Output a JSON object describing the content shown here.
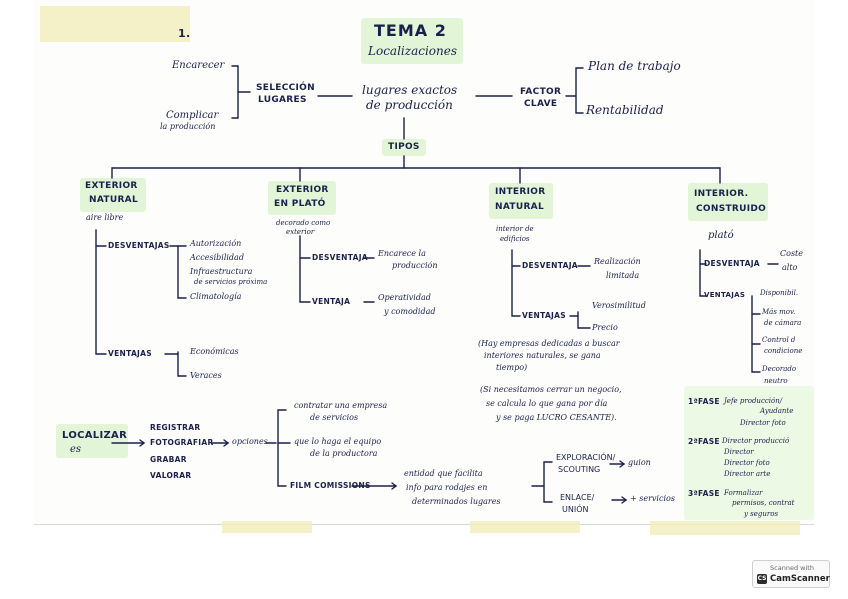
{
  "header": {
    "title": "TEMA 2",
    "subtitle": "Localizaciones",
    "page_mark": "1.",
    "center": [
      "lugares exactos",
      "de producción"
    ]
  },
  "seleccion": {
    "label": [
      "SELECCIÓN",
      "LUGARES"
    ],
    "items": [
      "Encarecer",
      "Complicar",
      "la producción"
    ]
  },
  "factor": {
    "label": [
      "FACTOR",
      "CLAVE"
    ],
    "items": [
      "Plan de trabajo",
      "Rentabilidad"
    ]
  },
  "tipos": {
    "label": "TIPOS"
  },
  "exterior_natural": {
    "title": [
      "EXTERIOR",
      "NATURAL"
    ],
    "note": "aire libre",
    "desventajas_label": "DESVENTAJAS",
    "desventajas": [
      "Autorización",
      "Accesibilidad",
      "Infraestructura",
      "de servicios próxima",
      "Climatología"
    ],
    "ventajas_label": "VENTAJAS",
    "ventajas": [
      "Económicas",
      "Veraces"
    ]
  },
  "exterior_plato": {
    "title": [
      "EXTERIOR",
      "EN PLATÓ"
    ],
    "note": [
      "decorado como",
      "exterior"
    ],
    "desventaja_label": "DESVENTAJA",
    "desventaja": [
      "Encarece la",
      "producción"
    ],
    "ventaja_label": "VENTAJA",
    "ventaja": [
      "Operatividad",
      "y comodidad"
    ]
  },
  "interior_natural": {
    "title": [
      "INTERIOR",
      "NATURAL"
    ],
    "note": [
      "interior de",
      "edificios"
    ],
    "desventaja_label": "DESVENTAJA",
    "desventaja": [
      "Realización",
      "limitada"
    ],
    "ventajas_label": "VENTAJAS",
    "ventajas": [
      "Verosimilitud",
      "Precio"
    ],
    "notes": [
      "(Hay empresas dedicadas a buscar",
      "interiores naturales, se gana",
      "tiempo)",
      "(Si necesitamos cerrar un negocio,",
      "se calcula lo que gana por día",
      "y se paga LUCRO CESANTE)."
    ]
  },
  "interior_construido": {
    "title": [
      "INTERIOR.",
      "CONSTRUIDO"
    ],
    "note": "plató",
    "desventaja_label": "DESVENTAJA",
    "desventaja": [
      "Coste",
      "alto"
    ],
    "ventajas_label": "VENTAJAS",
    "ventajas": [
      "Disponibil.",
      "Más mov.",
      "de cámara",
      "Control d",
      "condicione",
      "Decorado",
      "neutro"
    ]
  },
  "fases": [
    {
      "label": "1ªFASE",
      "lines": [
        "Jefe producción/",
        "Ayudante",
        "Director foto"
      ]
    },
    {
      "label": "2ªFASE",
      "lines": [
        "Director producció",
        "Director",
        "Director foto",
        "Director arte"
      ]
    },
    {
      "label": "3ªFASE",
      "lines": [
        "Formalizar",
        "permisos, contrat",
        "y seguros"
      ]
    }
  ],
  "localizar": {
    "label": [
      "LOCALIZAR",
      "es"
    ],
    "verbs": [
      "REGISTRAR",
      "FOTOGRAFIAR",
      "GRABAR",
      "VALORAR"
    ],
    "opciones_label": "opciones",
    "opciones": [
      "contratar una empresa",
      "de servicios",
      "que lo haga el equipo",
      "de la productora",
      "FILM COMISSIONS"
    ],
    "entidad": [
      "entidad que facilita",
      "info para rodajes en",
      "determinados lugares"
    ],
    "exploracion": [
      "EXPLORACIÓN/",
      "SCOUTING"
    ],
    "guion": "guion",
    "enlace": [
      "ENLACE/",
      "UNIÓN"
    ],
    "servicios": "+ servicios"
  },
  "watermark": {
    "line1": "Scanned with",
    "line2": "CamScanner",
    "icon": "camscanner-logo-icon"
  }
}
